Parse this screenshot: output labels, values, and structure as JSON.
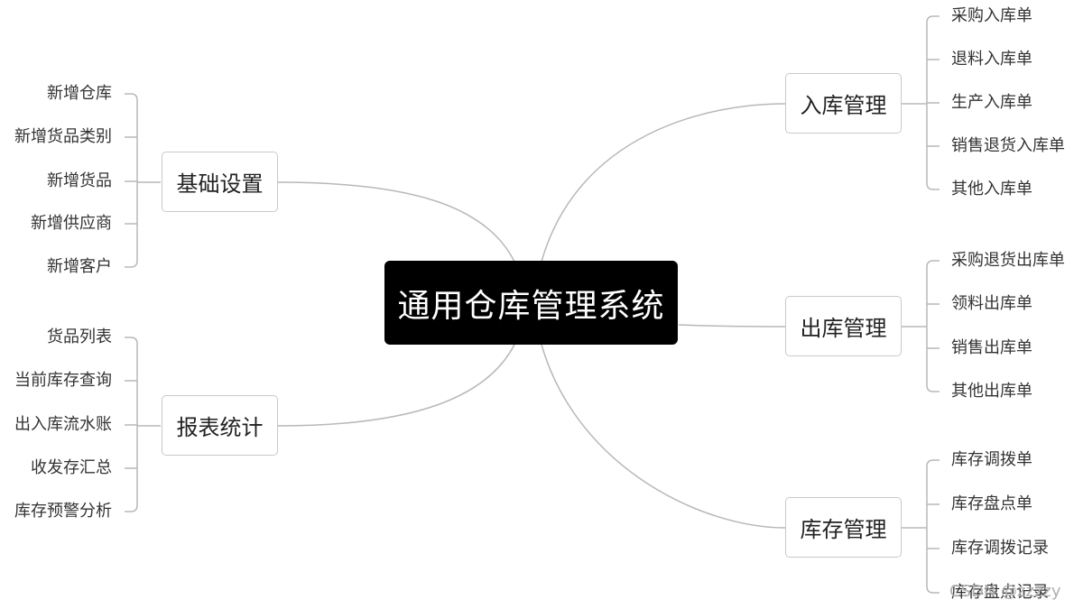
{
  "center": {
    "label": "通用仓库管理系统"
  },
  "branches": {
    "basic": {
      "label": "基础设置",
      "items": [
        "新增仓库",
        "新增货品类别",
        "新增货品",
        "新增供应商",
        "新增客户"
      ]
    },
    "report": {
      "label": "报表统计",
      "items": [
        "货品列表",
        "当前库存查询",
        "出入库流水账",
        "收发存汇总",
        "库存预警分析"
      ]
    },
    "inbound": {
      "label": "入库管理",
      "items": [
        "采购入库单",
        "退料入库单",
        "生产入库单",
        "销售退货入库单",
        "其他入库单"
      ]
    },
    "outbound": {
      "label": "出库管理",
      "items": [
        "采购退货出库单",
        "领料出库单",
        "销售出库单",
        "其他出库单"
      ]
    },
    "stock": {
      "label": "库存管理",
      "items": [
        "库存调拨单",
        "库存盘点单",
        "库存调拨记录",
        "库存盘点记录"
      ]
    }
  },
  "watermark": "CSDN @zzzzy",
  "colors": {
    "center_bg": "#000000",
    "line": "#b8b8b8",
    "box_border": "#c9c9c9"
  }
}
